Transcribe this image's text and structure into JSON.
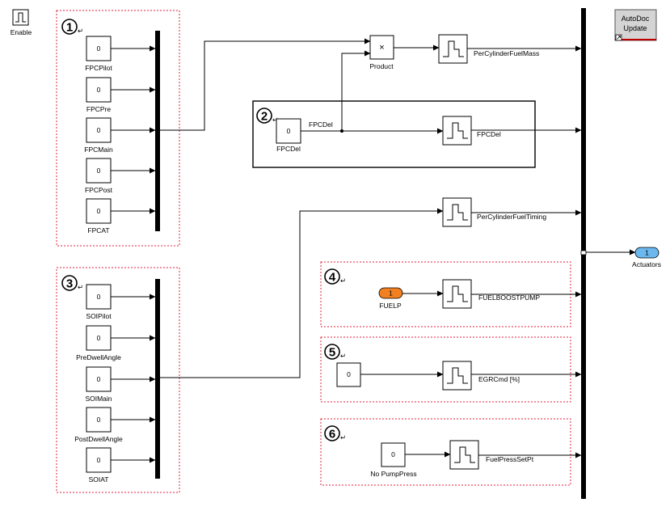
{
  "enable_label": "Enable",
  "autodoc_button": {
    "line1": "AutoDoc",
    "line2": "Update"
  },
  "group1": {
    "badge": "1",
    "constants": [
      {
        "value": "0",
        "label": "FPCPilot"
      },
      {
        "value": "0",
        "label": "FPCPre"
      },
      {
        "value": "0",
        "label": "FPCMain"
      },
      {
        "value": "0",
        "label": "FPCPost"
      },
      {
        "value": "0",
        "label": "FPCAT"
      }
    ]
  },
  "group2": {
    "badge": "2",
    "constant": {
      "value": "0",
      "label": "FPCDel"
    },
    "signal_label": "FPCDel",
    "output_label": "FPCDel"
  },
  "group3": {
    "badge": "3",
    "constants": [
      {
        "value": "0",
        "label": "SOIPilot"
      },
      {
        "value": "0",
        "label": "PreDwellAngle"
      },
      {
        "value": "0",
        "label": "SOIMain"
      },
      {
        "value": "0",
        "label": "PostDwellAngle"
      },
      {
        "value": "0",
        "label": "SOIAT"
      }
    ]
  },
  "group4": {
    "badge": "4",
    "inport": {
      "value": "1",
      "label": "FUELP"
    },
    "output_label": "FUELBOOSTPUMP"
  },
  "group5": {
    "badge": "5",
    "constant": {
      "value": "0"
    },
    "output_label": "EGRCmd [%]"
  },
  "group6": {
    "badge": "6",
    "constant": {
      "value": "0",
      "label": "No PumpPress"
    },
    "output_label": "FuelPressSetPt"
  },
  "product": {
    "symbol": "×",
    "label": "Product"
  },
  "signals": {
    "fuel_mass": "PerCylinderFuelMass",
    "fuel_timing": "PerCylinderFuelTiming"
  },
  "outport": {
    "value": "1",
    "label": "Actuators"
  },
  "return_glyph": "↵",
  "colors": {
    "group_border": "#e0203c",
    "inport_fill": "#f08020",
    "outport_fill": "#6ab8ee",
    "button_fill": "#d4d4d4"
  }
}
